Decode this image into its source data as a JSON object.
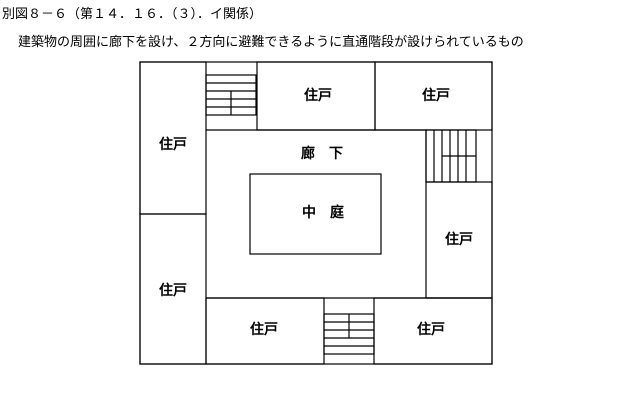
{
  "heading": "別図８－６（第１４．１６．（３）．イ関係）",
  "subheading": "建築物の周囲に廊下を設け、２方向に避難できるように直通階段が設けられているもの",
  "rooms": {
    "unit_top_center": "住戸",
    "unit_top_right": "住戸",
    "unit_left_upper": "住戸",
    "unit_left_lower": "住戸",
    "unit_right_middle": "住戸",
    "unit_bottom_center": "住戸",
    "unit_bottom_right": "住戸",
    "corridor": "廊　下",
    "courtyard": "中　庭"
  }
}
